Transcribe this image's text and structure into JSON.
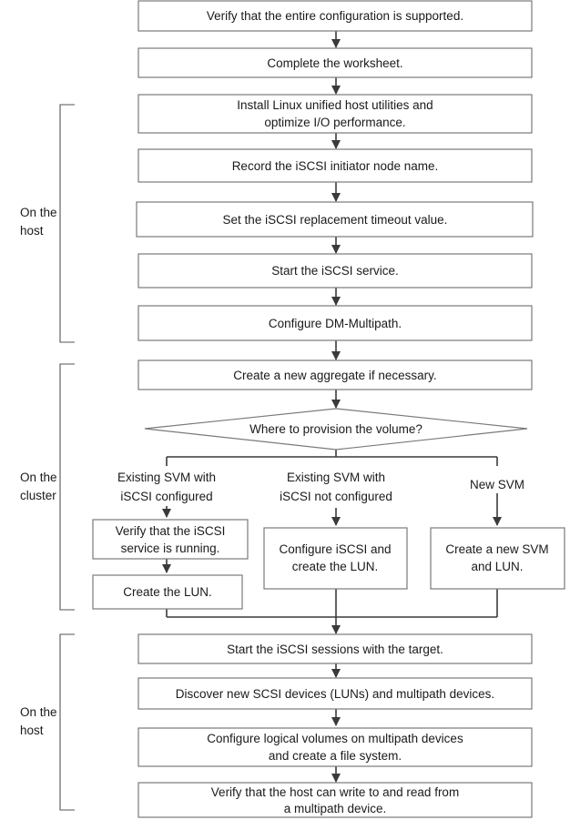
{
  "steps": {
    "verify_config": "Verify that the entire configuration is supported.",
    "worksheet": "Complete the worksheet.",
    "install_line1": "Install Linux unified host utilities and",
    "install_line2": "optimize I/O performance.",
    "record_name": "Record the iSCSI initiator node name.",
    "set_timeout": "Set the iSCSI replacement timeout value.",
    "start_service": "Start the iSCSI service.",
    "configure_dm": "Configure DM-Multipath.",
    "create_aggregate": "Create a new aggregate if necessary.",
    "decision": "Where to provision the volume?",
    "verify_running_line1": "Verify that the iSCSI",
    "verify_running_line2": "service is running.",
    "create_lun": "Create the LUN.",
    "configure_iscsi_line1": "Configure iSCSI and",
    "configure_iscsi_line2": "create the LUN.",
    "new_svm_line1": "Create a new SVM",
    "new_svm_line2": "and LUN.",
    "start_sessions": "Start the iSCSI sessions with the target.",
    "discover": "Discover new SCSI devices (LUNs) and multipath devices.",
    "logical_line1": "Configure logical volumes on multipath devices",
    "logical_line2": "and create a file system.",
    "verify_host_line1": "Verify that the host can write to and read from",
    "verify_host_line2": "a multipath device."
  },
  "branches": {
    "existing_configured_line1": "Existing SVM with",
    "existing_configured_line2": "iSCSI configured",
    "existing_not_configured_line1": "Existing SVM with",
    "existing_not_configured_line2": "iSCSI not configured",
    "new_svm": "New SVM"
  },
  "groups": {
    "host_top_line1": "On the",
    "host_top_line2": "host",
    "cluster_line1": "On the",
    "cluster_line2": "cluster",
    "host_bottom_line1": "On the",
    "host_bottom_line2": "host"
  },
  "colors": {
    "box_border": "#7a7a7a",
    "connector": "#3a3a3a",
    "text": "#1a1a1a"
  }
}
